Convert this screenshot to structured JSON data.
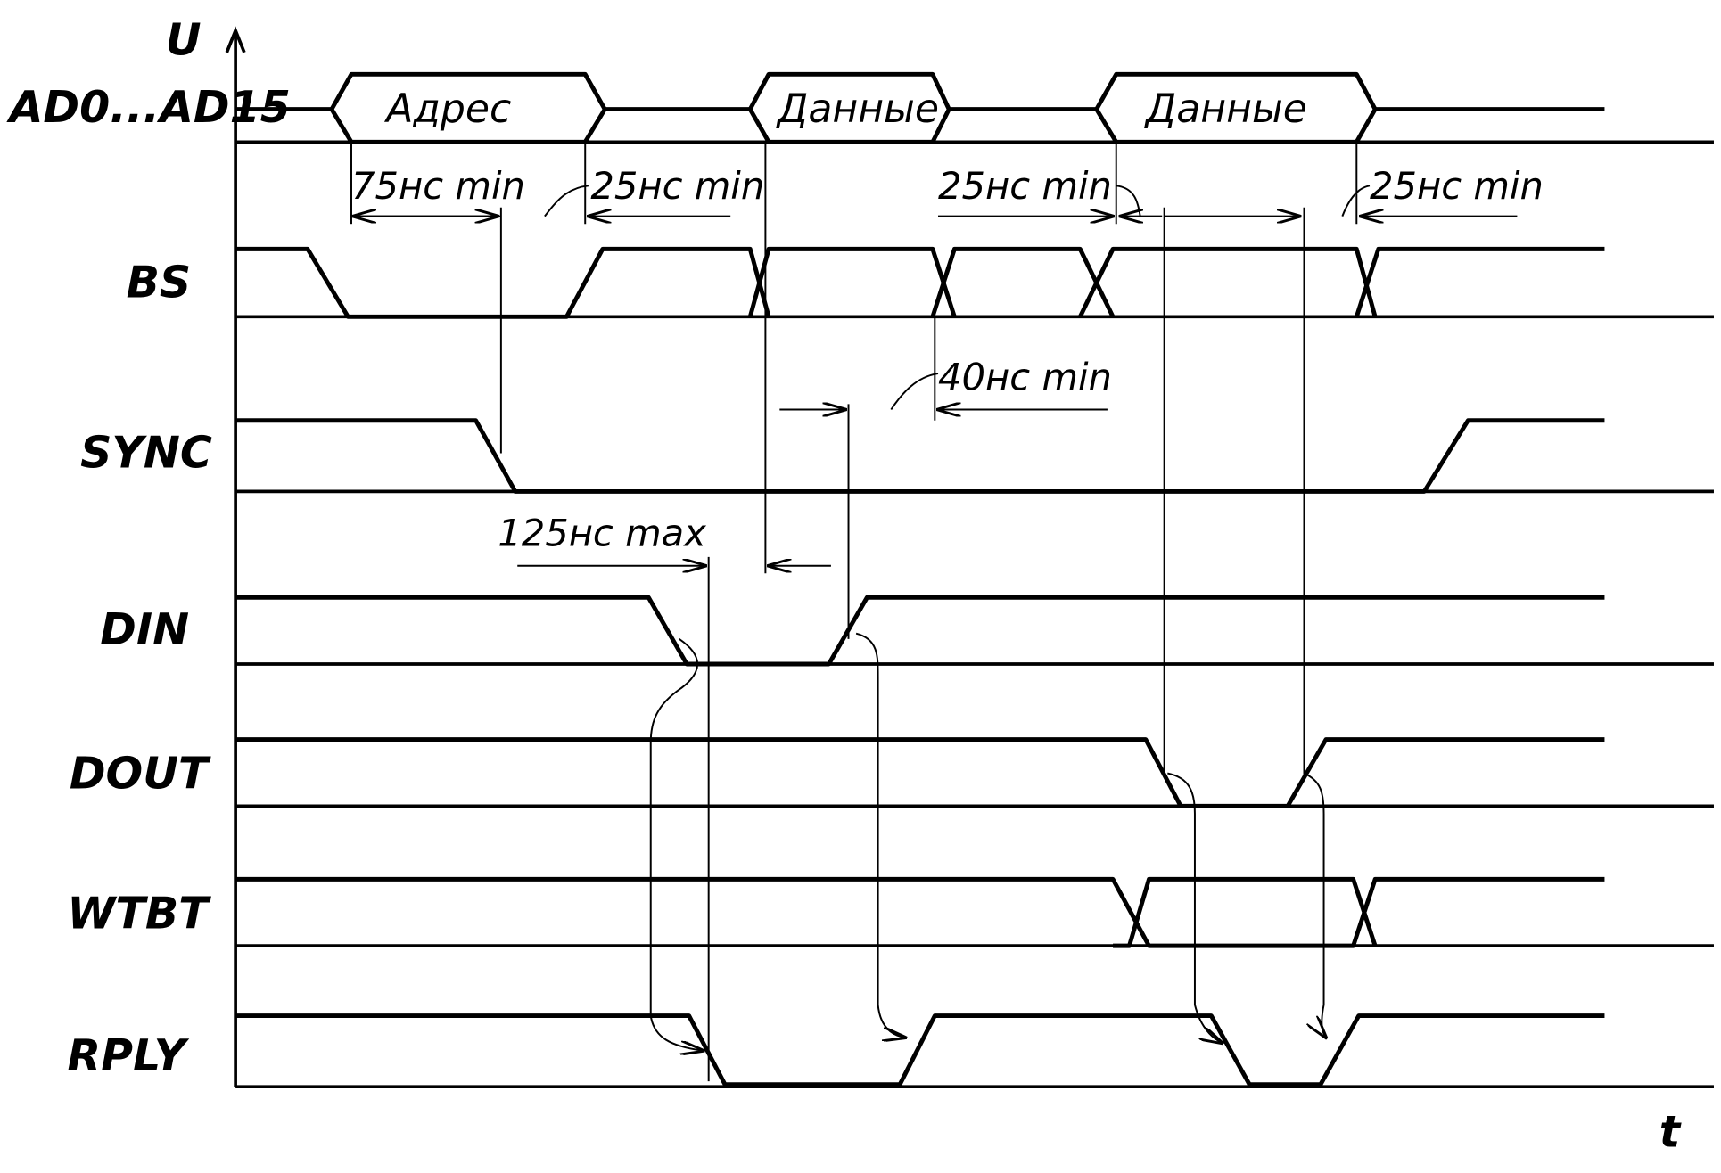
{
  "axes": {
    "y_label": "U",
    "x_label": "t"
  },
  "signals": [
    {
      "name": "AD0...AD15"
    },
    {
      "name": "BS"
    },
    {
      "name": "SYNC"
    },
    {
      "name": "DIN"
    },
    {
      "name": "DOUT"
    },
    {
      "name": "WTBT"
    },
    {
      "name": "RPLY"
    }
  ],
  "bus_labels": [
    "Адрес",
    "Данные",
    "Данные"
  ],
  "annotations": [
    "75нс min",
    "25нс min",
    "25нс min",
    "25нс min",
    "40нс min",
    "125нс max"
  ],
  "colors": {
    "ink": "#000000",
    "paper": "#ffffff"
  }
}
